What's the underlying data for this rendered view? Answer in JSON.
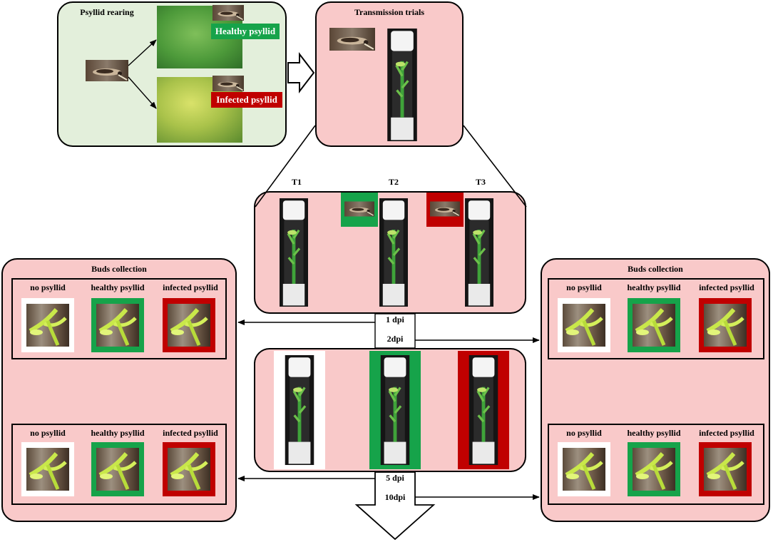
{
  "rearing": {
    "title": "Psyllid rearing",
    "healthy_label": "Healthy psyllid",
    "infected_label": "Infected psyllid"
  },
  "transmission": {
    "title": "Transmission trials"
  },
  "trials": {
    "t1": "T1",
    "t2": "T2",
    "t3": "T3"
  },
  "buds_left": {
    "title": "Buds collection",
    "top": {
      "no": "no psyllid",
      "healthy": "healthy psyllid",
      "infected": "infected psyllid"
    },
    "bottom": {
      "no": "no psyllid",
      "healthy": "healthy psyllid",
      "infected": "infected psyllid"
    }
  },
  "buds_right": {
    "title": "Buds collection",
    "top": {
      "no": "no psyllid",
      "healthy": "healthy psyllid",
      "infected": "infected psyllid"
    },
    "bottom": {
      "no": "no psyllid",
      "healthy": "healthy psyllid",
      "infected": "infected psyllid"
    }
  },
  "timepoints": {
    "d1": "1 dpi",
    "d2": "2dpi",
    "d5": "5 dpi",
    "d10": "10dpi"
  },
  "colors": {
    "healthy": "#16a34a",
    "infected": "#c00000",
    "panel_pink": "#f9c9c9",
    "panel_green": "#e3efdb"
  }
}
